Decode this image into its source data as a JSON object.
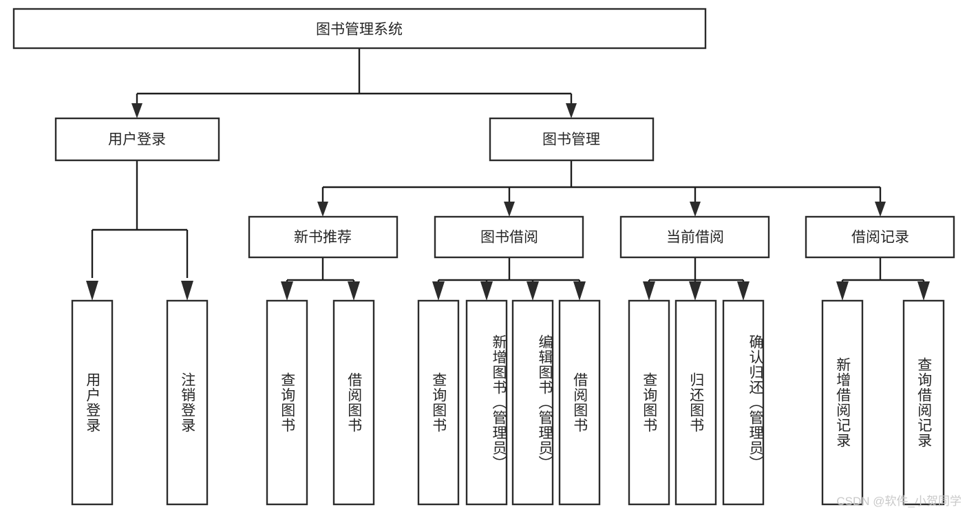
{
  "diagram": {
    "type": "tree",
    "title": "图书管理系统",
    "watermark": "CSDN @软件_小贺同学",
    "colors": {
      "box_stroke": "#2b2b2b",
      "box_fill": "#ffffff",
      "connector": "#1d1d1d",
      "text": "#262626",
      "watermark": "#c9c9c9",
      "background": "#ffffff"
    },
    "nodes": {
      "root": {
        "label": "图书管理系统"
      },
      "level2": [
        {
          "id": "user-login",
          "label": "用户登录"
        },
        {
          "id": "book-management",
          "label": "图书管理"
        }
      ],
      "level3": [
        {
          "id": "new-book-recommend",
          "label": "新书推荐"
        },
        {
          "id": "book-borrow",
          "label": "图书借阅"
        },
        {
          "id": "current-borrow",
          "label": "当前借阅"
        },
        {
          "id": "borrow-record",
          "label": "借阅记录"
        }
      ],
      "leaves": {
        "user-login": [
          {
            "id": "leaf-user-login",
            "label": "用户登录"
          },
          {
            "id": "leaf-logout-login",
            "label": "注销登录"
          }
        ],
        "new-book-recommend": [
          {
            "id": "leaf-query-book-1",
            "label": "查询图书"
          },
          {
            "id": "leaf-borrow-book-1",
            "label": "借阅图书"
          }
        ],
        "book-borrow": [
          {
            "id": "leaf-query-book-2",
            "label": "查询图书"
          },
          {
            "id": "leaf-add-book",
            "label": "新增图书（管理员）"
          },
          {
            "id": "leaf-edit-book",
            "label": "编辑图书（管理员）"
          },
          {
            "id": "leaf-borrow-book-2",
            "label": "借阅图书"
          }
        ],
        "current-borrow": [
          {
            "id": "leaf-query-book-3",
            "label": "查询图书"
          },
          {
            "id": "leaf-return-book",
            "label": "归还图书"
          },
          {
            "id": "leaf-confirm-return",
            "label": "确认归还（管理员）"
          }
        ],
        "borrow-record": [
          {
            "id": "leaf-add-record",
            "label": "新增借阅记录"
          },
          {
            "id": "leaf-query-record",
            "label": "查询借阅记录"
          }
        ]
      }
    }
  }
}
